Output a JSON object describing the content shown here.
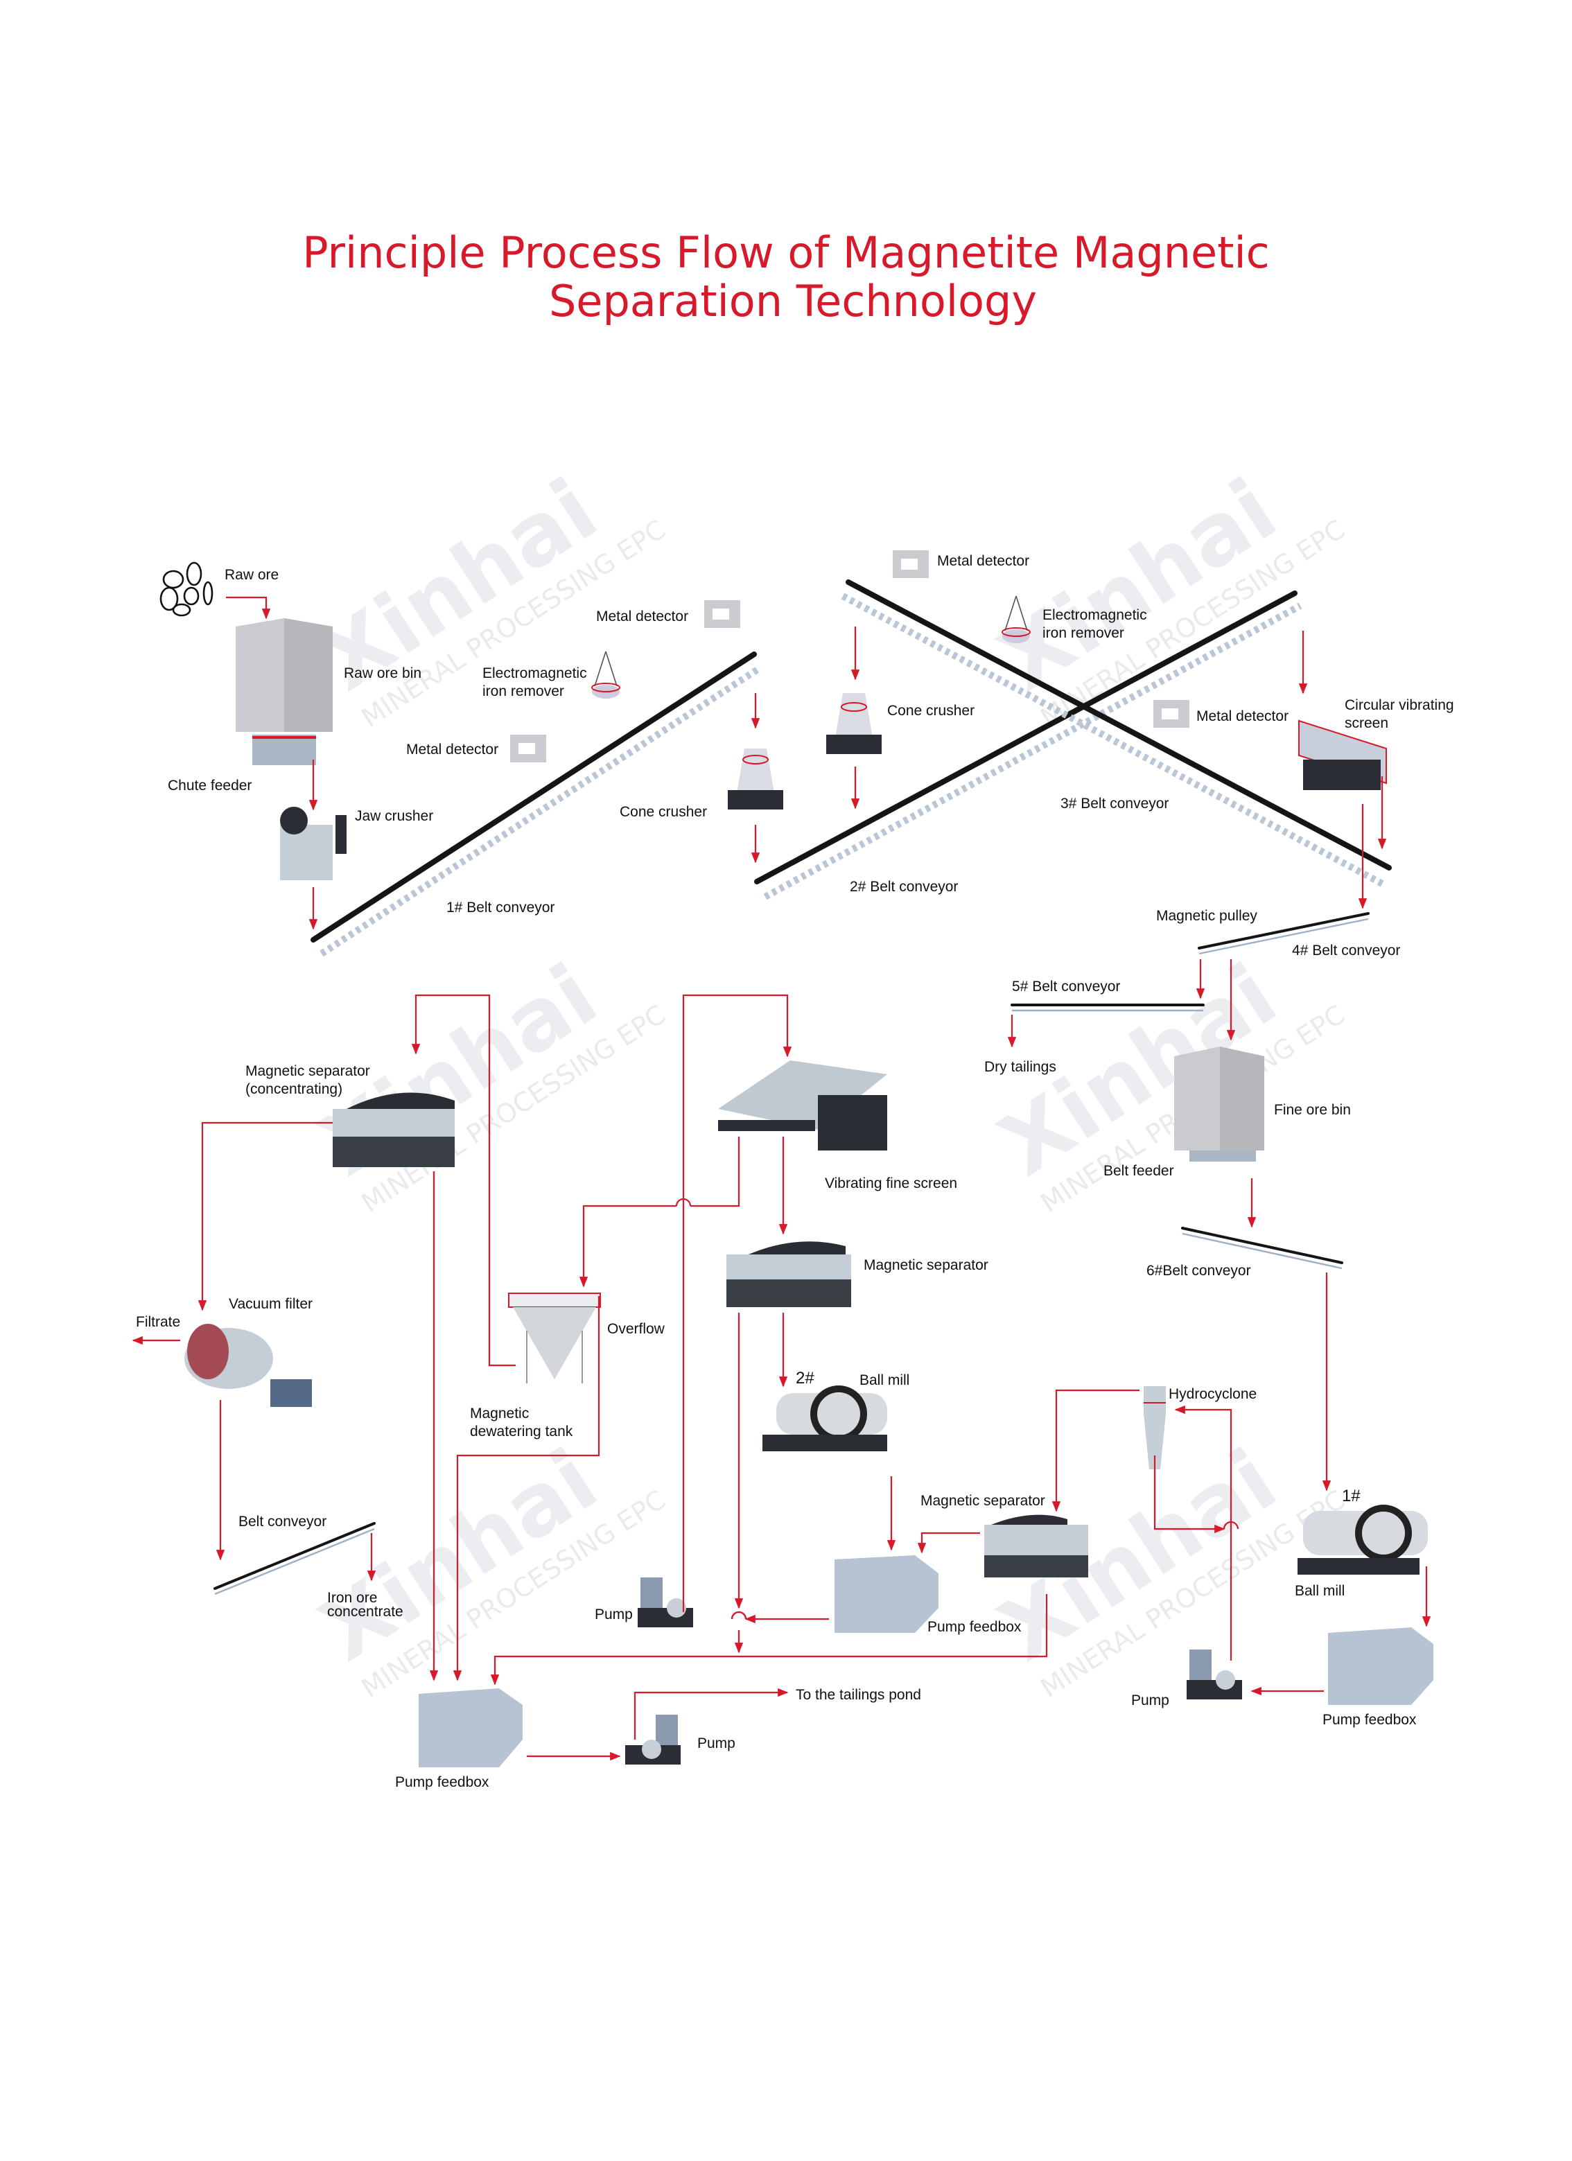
{
  "title": {
    "line1": "Principle Process Flow of Magnetite Magnetic",
    "line2": "Separation Technology",
    "color": "#d7192a"
  },
  "watermark": {
    "brand": "Xinhai",
    "tagline": "MINERAL PROCESSING EPC"
  },
  "colors": {
    "flow_arrow": "#d7192a",
    "belt": "#151515",
    "truss": "#b9c6d6"
  },
  "labels": {
    "raw_ore": "Raw ore",
    "raw_ore_bin": "Raw ore bin",
    "chute_feeder": "Chute feeder",
    "jaw_crusher": "Jaw crusher",
    "metal_detector_1": "Metal detector",
    "em_iron_remover_1_l1": "Electromagnetic",
    "em_iron_remover_1_l2": "iron remover",
    "metal_detector_2": "Metal detector",
    "cone_crusher_1": "Cone crusher",
    "belt_conveyor_1": "1# Belt conveyor",
    "metal_detector_3": "Metal detector",
    "em_iron_remover_2_l1": "Electromagnetic",
    "em_iron_remover_2_l2": "iron remover",
    "cone_crusher_2": "Cone crusher",
    "metal_detector_4": "Metal detector",
    "circular_screen_l1": "Circular vibrating",
    "circular_screen_l2": "screen",
    "belt_conveyor_3": "3# Belt conveyor",
    "belt_conveyor_2": "2# Belt conveyor",
    "magnetic_pulley": "Magnetic pulley",
    "belt_conveyor_4": "4# Belt conveyor",
    "belt_conveyor_5": "5# Belt conveyor",
    "dry_tailings": "Dry tailings",
    "fine_ore_bin": "Fine ore bin",
    "belt_feeder": "Belt feeder",
    "belt_conveyor_6": "6#Belt conveyor",
    "mag_sep_conc_l1": "Magnetic separator",
    "mag_sep_conc_l2": "(concentrating)",
    "vibrating_fine_screen": "Vibrating fine screen",
    "mag_sep_2": "Magnetic separator",
    "filtrate": "Filtrate",
    "vacuum_filter": "Vacuum filter",
    "overflow": "Overflow",
    "dewatering_tank_l1": "Magnetic",
    "dewatering_tank_l2": "dewatering tank",
    "ball_mill_2_no": "2#",
    "ball_mill_2": "Ball mill",
    "hydrocyclone": "Hydrocyclone",
    "mag_sep_3": "Magnetic separator",
    "ball_mill_1_no": "1#",
    "ball_mill_1": "Ball mill",
    "belt_conveyor_left": "Belt conveyor",
    "iron_ore_conc_l1": "Iron ore",
    "iron_ore_conc_l2": "concentrate",
    "pump_1": "Pump",
    "pump_feedbox_1": "Pump feedbox",
    "tailings_pond": "To the tailings pond",
    "pump_2": "Pump",
    "pump_feedbox_2": "Pump feedbox",
    "pump_3": "Pump",
    "pump_feedbox_3": "Pump feedbox"
  }
}
